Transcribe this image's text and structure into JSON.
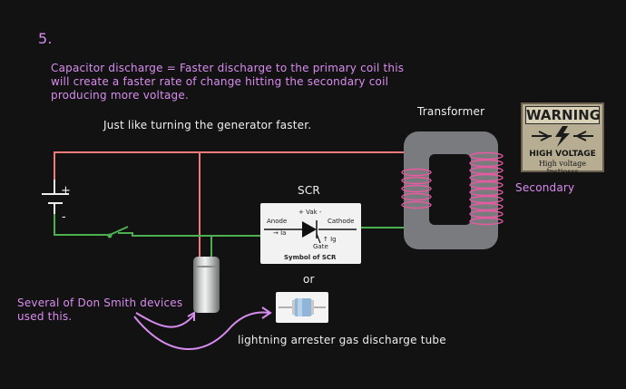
{
  "step": "5.",
  "note_lines": [
    "Capacitor discharge = Faster discharge to the primary coil this",
    "will create a faster rate of change hitting the secondary coil",
    "producing more voltage."
  ],
  "comparison": "Just like turning the generator faster.",
  "transformer_label": "Transformer",
  "secondary_label": "Secondary",
  "scr_label": "SCR",
  "or_label": "or",
  "devices_note_lines": [
    "Several of Don Smith devices",
    "used this."
  ],
  "tube_label": "lightning arrester gas discharge tube",
  "battery_plus": "+",
  "battery_minus": "-",
  "warning_sign": {
    "title": "WARNING",
    "line1": "HIGH VOLTAGE",
    "line2": "High voltage Instiosss"
  },
  "scr_symbol": {
    "vak": "+ Vak -",
    "anode": "Anode",
    "cathode": "Cathode",
    "ia": "→ Ia",
    "ig": "↑ Ig",
    "gate": "Gate",
    "caption": "Symbol of SCR"
  },
  "colors": {
    "background": "#121212",
    "pink_text": "#d98cf0",
    "red_wire": "#f07a7a",
    "green_wire": "#4caf50",
    "core": "#7a7b7f",
    "coil": "#e85aa0"
  }
}
